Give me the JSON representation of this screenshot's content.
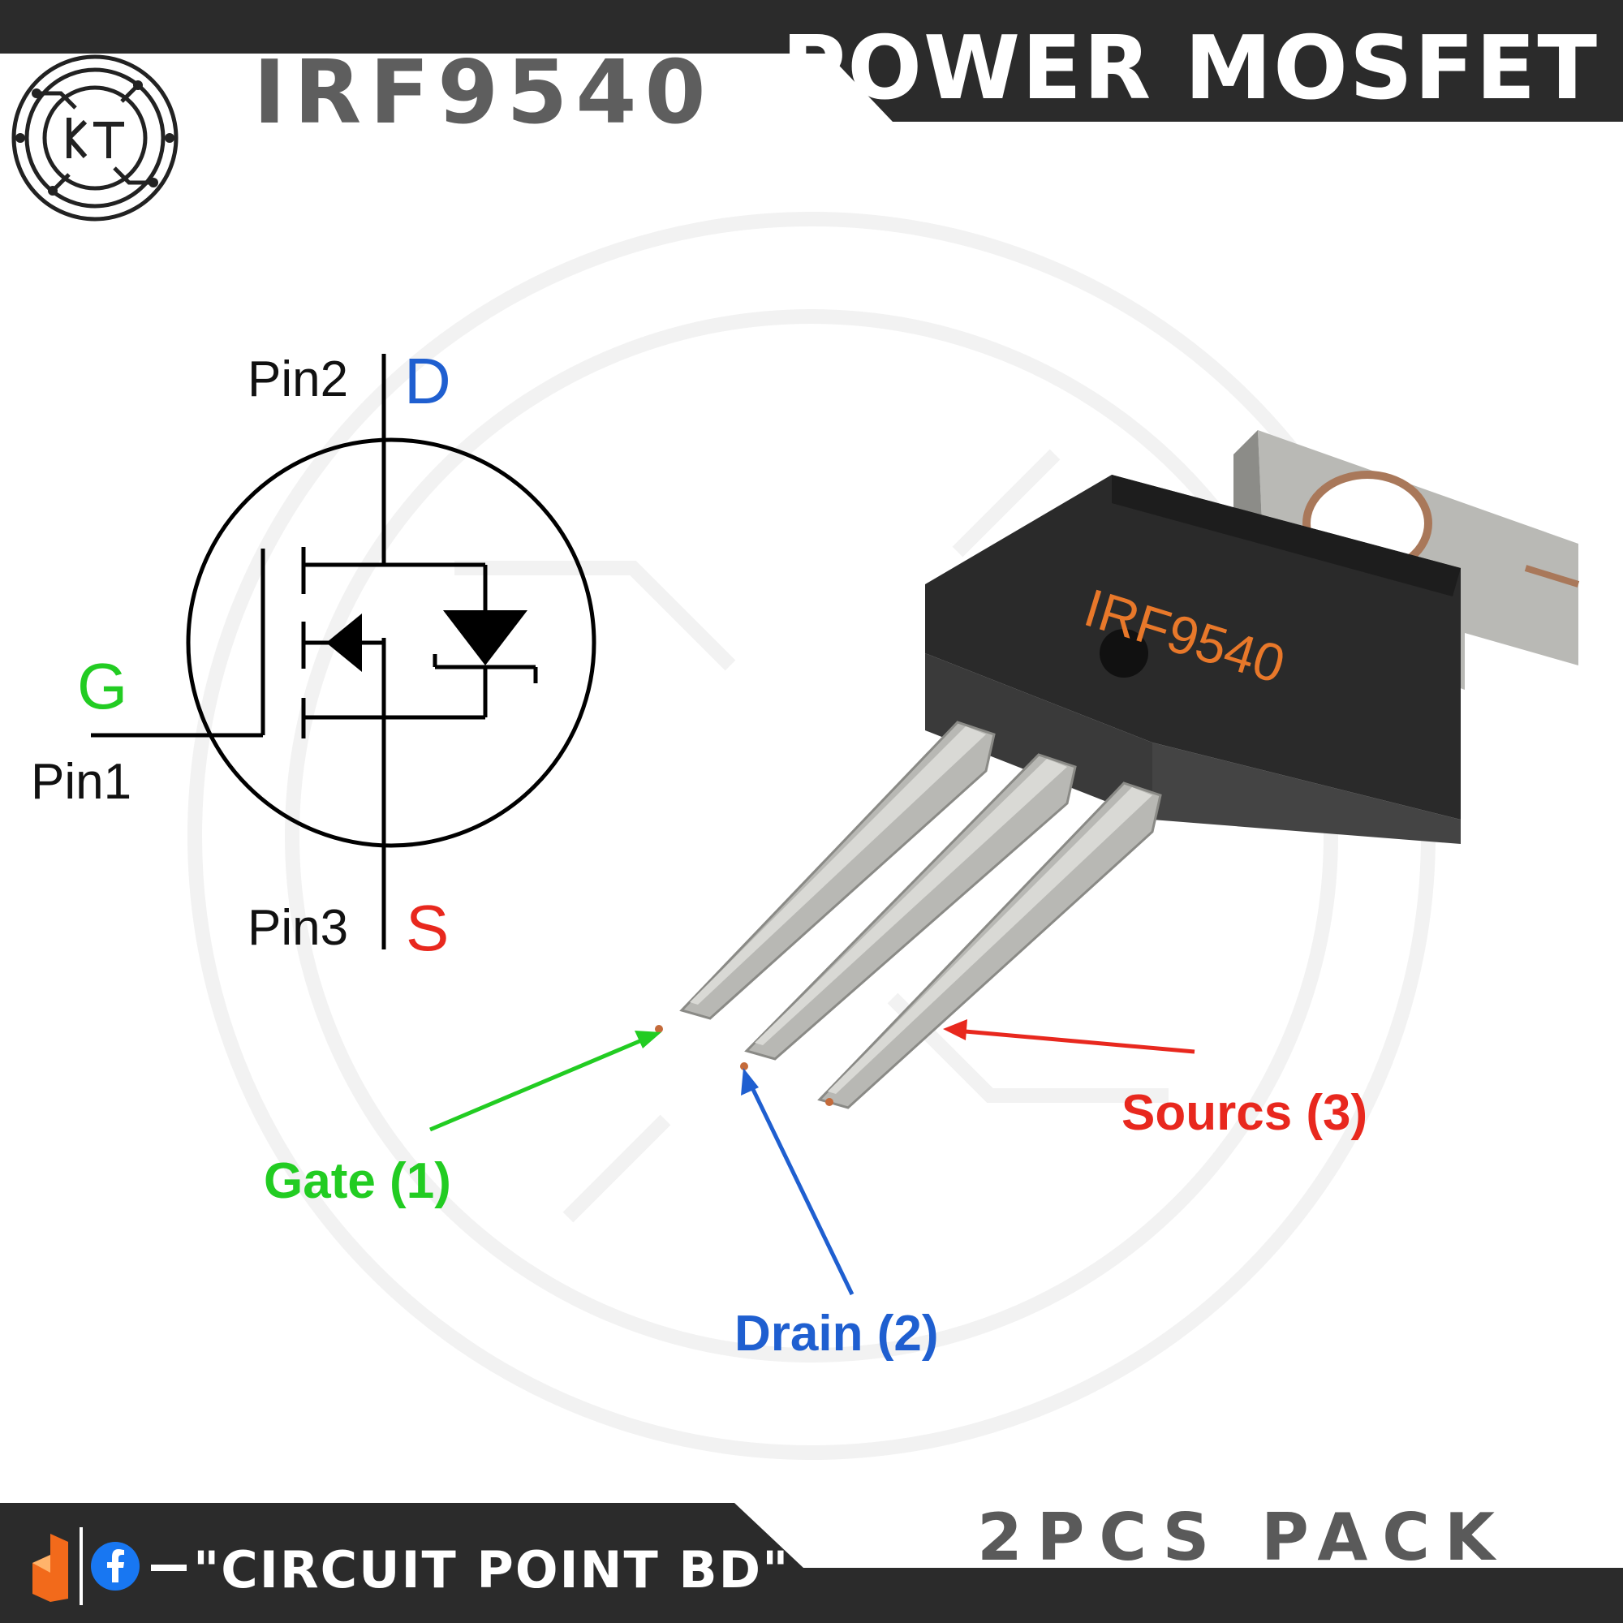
{
  "header": {
    "part_number": "IRF9540",
    "title": "POWER MOSFET",
    "logo_icon": "kt-circuit-logo-icon"
  },
  "schematic": {
    "pin2_label": "Pin2",
    "drain_letter": "D",
    "gate_letter": "G",
    "pin1_label": "Pin1",
    "pin3_label": "Pin3",
    "source_letter": "S"
  },
  "component": {
    "marking": "IRF9540"
  },
  "callouts": {
    "gate": "Gate (1)",
    "drain": "Drain (2)",
    "source": "Sourcs (3)"
  },
  "footer": {
    "shop_name": "\"CIRCUIT POINT BD\"",
    "pack": "2PCS PACK",
    "icons": [
      "daraz-icon",
      "facebook-icon"
    ]
  },
  "colors": {
    "gate": "#22cc22",
    "drain": "#1f5fd0",
    "source": "#e8281e",
    "marking": "#e8782a",
    "banner": "#2b2b2b"
  }
}
